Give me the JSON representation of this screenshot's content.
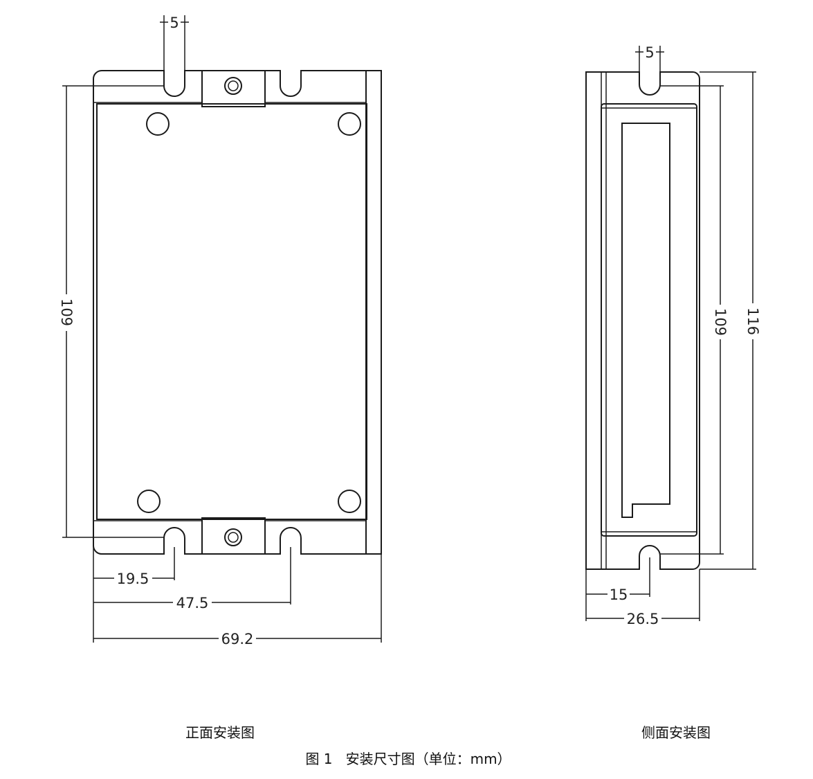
{
  "front_view": {
    "caption": "正面安装图",
    "dimensions": {
      "slot_width": "5",
      "mount_height": "109",
      "slot1_offset": "19.5",
      "slot2_offset": "47.5",
      "total_width": "69.2"
    }
  },
  "side_view": {
    "caption": "侧面安装图",
    "dimensions": {
      "slot_width": "5",
      "mount_height": "109",
      "total_height": "116",
      "slot_offset": "15",
      "total_depth": "26.5"
    }
  },
  "figure_caption": "图 1   安装尺寸图（单位：mm）"
}
